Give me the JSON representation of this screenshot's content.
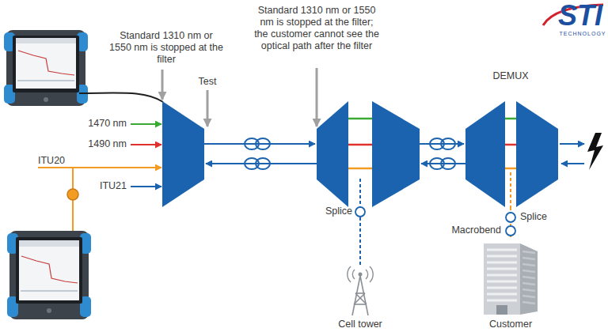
{
  "diagram": {
    "nodes": [
      {
        "text": [
          "DEMUX"
        ]
      },
      {
        "text": [
          "Cell tower"
        ]
      },
      {
        "text": [
          "Customer"
        ]
      }
    ],
    "edges": [
      {
        "from": 0,
        "to": 2,
        "arrow": "none"
      }
    ],
    "labels": [
      "Standard 1310 nm or 1550 nm is stopped at the filter",
      "Test",
      "Standard 1310 nm or 1550 nm is stopped at the filter; the customer cannot see the optical path after the filter",
      "1470 nm",
      "1490 nm",
      "ITU20",
      "ITU21",
      "Splice",
      "Splice",
      "Macrobend",
      "STI",
      "TECHNOLOGY"
    ]
  }
}
